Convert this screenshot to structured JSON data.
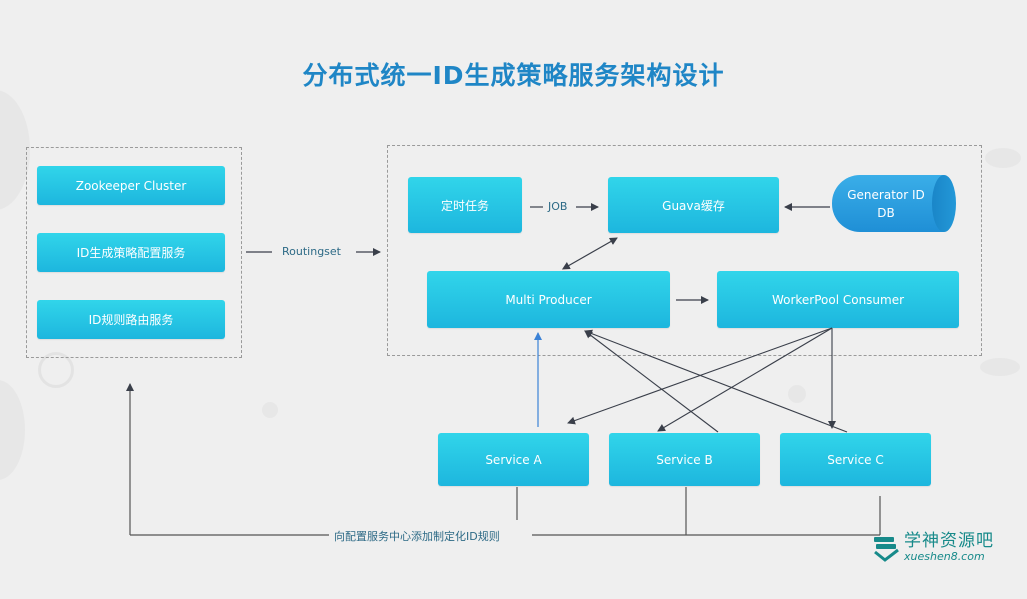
{
  "title": "分布式统一ID生成策略服务架构设计",
  "left_group": {
    "boxes": [
      {
        "label": "Zookeeper Cluster"
      },
      {
        "label": "ID生成策略配置服务"
      },
      {
        "label": "ID规则路由服务"
      }
    ]
  },
  "edge_labels": {
    "routingset": "Routingset",
    "job": "JOB",
    "feedback": "向配置服务中心添加制定化ID规则"
  },
  "right_group": {
    "timer_task": "定时任务",
    "guava_cache": "Guava缓存",
    "db": {
      "line1": "Generator ID",
      "line2": "DB"
    },
    "multi_producer": "Multi Producer",
    "workerpool_consumer": "WorkerPool Consumer"
  },
  "services": [
    {
      "label": "Service A"
    },
    {
      "label": "Service B"
    },
    {
      "label": "Service C"
    }
  ],
  "brand": {
    "name_cn": "学神资源吧",
    "name_en": "xueshen8.com"
  },
  "colors": {
    "title": "#1f86c6",
    "box_top": "#31d5ea",
    "box_bottom": "#1db6de",
    "db": "#2398d8",
    "arrow": "#3a3f4a",
    "arrow_highlight": "#3b82d6",
    "brand": "#178a8a"
  }
}
